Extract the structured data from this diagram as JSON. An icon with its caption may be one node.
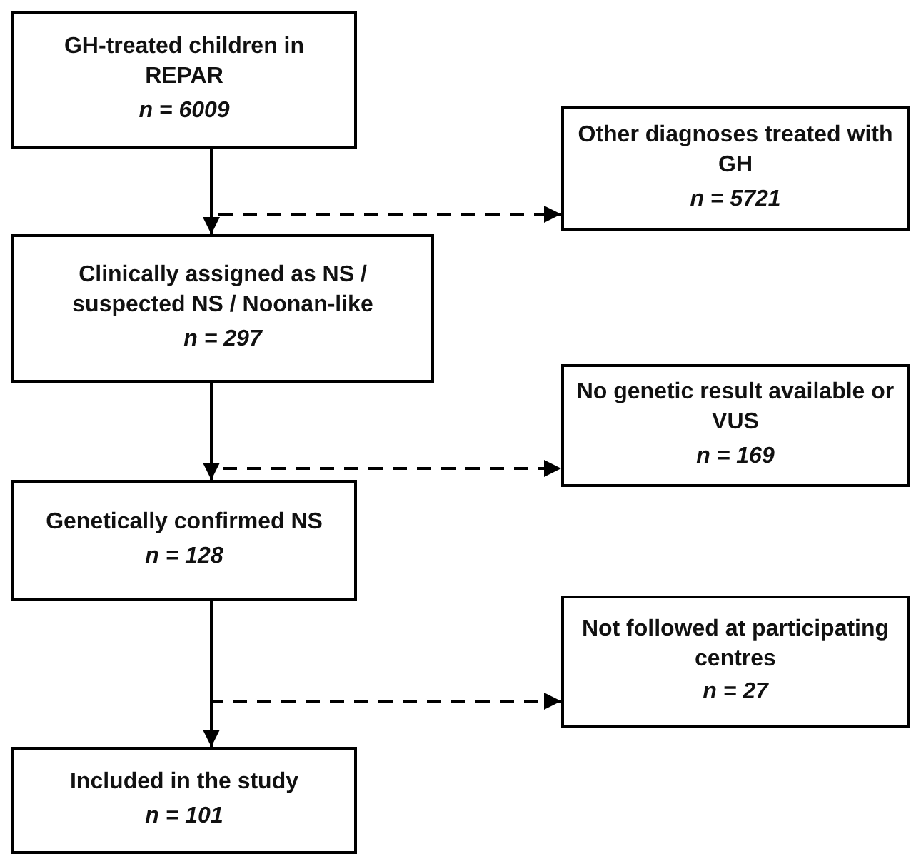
{
  "diagram": {
    "nodes": [
      {
        "text": [
          "GH-treated children in REPAR",
          "n = 6009"
        ]
      },
      {
        "text": [
          "Other diagnoses treated with GH",
          "n = 5721"
        ]
      },
      {
        "text": [
          "Clinically assigned as NS / suspected NS / Noonan-like",
          "n = 297"
        ]
      },
      {
        "text": [
          "No genetic result available or VUS",
          "n = 169"
        ]
      },
      {
        "text": [
          "Genetically confirmed NS",
          "n = 128"
        ]
      },
      {
        "text": [
          "Not followed at participating centres",
          "n = 27"
        ]
      },
      {
        "text": [
          "Included in the study",
          "n = 101"
        ]
      }
    ],
    "edges": [
      {
        "from": 0,
        "to": 1,
        "arrow": "to",
        "style": "dashed"
      },
      {
        "from": 0,
        "to": 2,
        "arrow": "to"
      },
      {
        "from": 2,
        "to": 3,
        "arrow": "to",
        "style": "dashed"
      },
      {
        "from": 2,
        "to": 4,
        "arrow": "to"
      },
      {
        "from": 4,
        "to": 5,
        "arrow": "to",
        "style": "dashed"
      },
      {
        "from": 4,
        "to": 6,
        "arrow": "to"
      }
    ]
  }
}
